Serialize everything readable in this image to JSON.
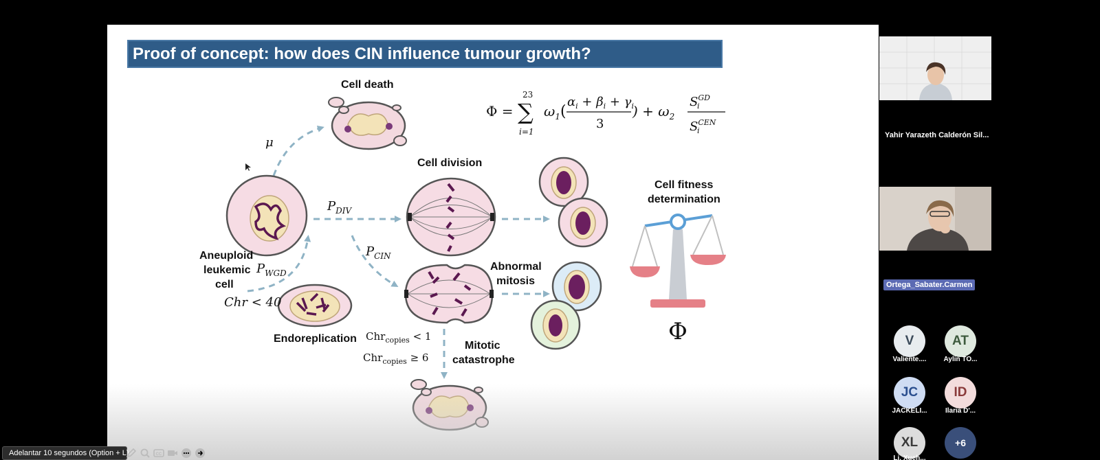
{
  "slide": {
    "title": "Proof of concept: how does CIN influence tumour growth?",
    "labels": {
      "cell_death": "Cell death",
      "cell_division": "Cell division",
      "cell_fitness_line1": "Cell fitness",
      "cell_fitness_line2": "determination",
      "aneuploid_line1": "Aneuploid",
      "aneuploid_line2": "leukemic",
      "aneuploid_line3": "cell",
      "endoreplication": "Endoreplication",
      "abnormal_line1": "Abnormal",
      "abnormal_line2": "mitosis",
      "mitotic_line1": "Mitotic",
      "mitotic_line2": "catastrophe",
      "phi": "Φ"
    },
    "math": {
      "mu": "μ",
      "p_div": "P",
      "p_div_sub": "DIV",
      "p_cin": "P",
      "p_cin_sub": "CIN",
      "p_wgd": "P",
      "p_wgd_sub": "WGD",
      "chr_lt40": "Chr < 40",
      "chr_copies_lt1": "Chr",
      "chr_copies_lt1_sub": "copies",
      "chr_copies_lt1_rel": " < 1",
      "chr_copies_ge6": "Chr",
      "chr_copies_ge6_sub": "copies",
      "chr_copies_ge6_rel": " ≥ 6"
    },
    "formula": {
      "lhs": "Φ =",
      "sum_top": "23",
      "sum_symbol": "∑",
      "sum_bottom": "i=1",
      "omega1": "ω",
      "omega1_sub": "1",
      "numerator": "α",
      "numerator_a_sub": "i",
      "plus1": " + β",
      "numerator_b_sub": "i",
      "plus2": " + γ",
      "numerator_c_sub": "i",
      "denominator": "3",
      "plus_omega2": ") + ω",
      "omega2_sub": "2",
      "s_top": "S",
      "s_top_sup": "GD",
      "s_top_sub": "i",
      "s_bottom": "S",
      "s_bottom_sup": "CEN",
      "s_bottom_sub": "i",
      "open_paren": "("
    }
  },
  "participants": {
    "video": [
      {
        "name": "Yahir Yarazeth Calderón Sil..."
      },
      {
        "name": "Ortega_Sabater.Carmen"
      }
    ],
    "avatars": [
      {
        "initials": "V",
        "name": "Valiente....",
        "bg": "#e8ecef",
        "fg": "#3b4a5a"
      },
      {
        "initials": "AT",
        "name": "Aylin TO...",
        "bg": "#dfe9df",
        "fg": "#3d5a3d"
      },
      {
        "initials": "JC",
        "name": "JACKELI...",
        "bg": "#cfdcf3",
        "fg": "#2b4f8f"
      },
      {
        "initials": "ID",
        "name": "Ilaria D'...",
        "bg": "#f3dcdc",
        "fg": "#8a3a3a"
      },
      {
        "initials": "XL",
        "name": "Li, Xueh...",
        "bg": "#dcdcdc",
        "fg": "#3a3a3a"
      },
      {
        "initials": "+6",
        "name": "",
        "bg": "#3a4f7a",
        "fg": "#ffffff"
      }
    ]
  },
  "controls": {
    "tooltip": "Adelantar 10 segundos (Option + L)",
    "icons": [
      "pen-icon",
      "search-icon",
      "captions-icon",
      "camera-icon",
      "more-icon",
      "forward-icon"
    ]
  },
  "colors": {
    "title_bar": "#2f5c88",
    "arrow": "#8fb3c5",
    "chromosome": "#5b1850",
    "cell_pink": "#f6dce4",
    "nucleus": "#f3e3b8",
    "scale_pink": "#e58087"
  }
}
